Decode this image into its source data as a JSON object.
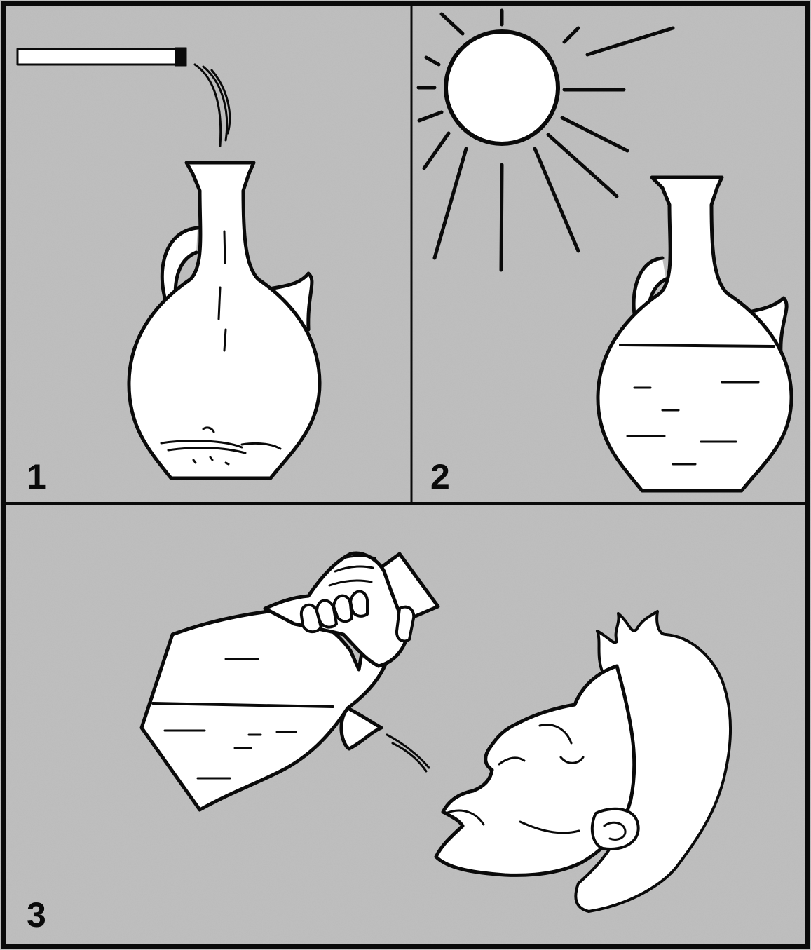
{
  "figure": {
    "panels": [
      {
        "number": "1",
        "scene": "water-from-pipe-poured-into-jug",
        "jug_fill": "almost-empty"
      },
      {
        "number": "2",
        "scene": "jug-standing-in-sun",
        "jug_fill": "half-full"
      },
      {
        "number": "3",
        "scene": "person-drinking-from-tilted-jug",
        "jug_fill": "half-full"
      }
    ],
    "colors": {
      "background": "#bfbfbf",
      "line": "#0a0a0a",
      "fill": "#ffffff"
    }
  }
}
